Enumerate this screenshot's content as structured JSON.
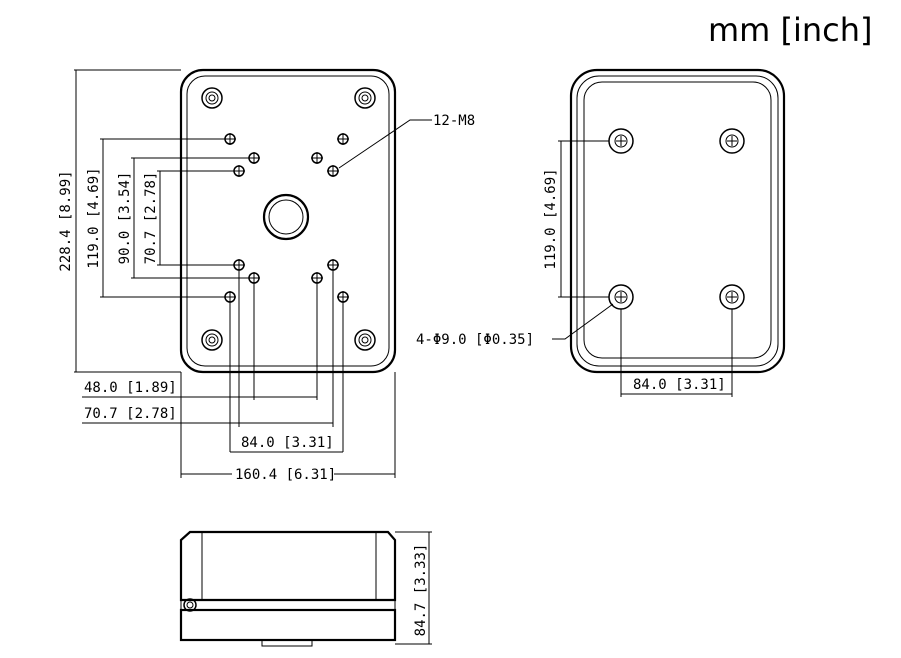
{
  "title": "Junction box dimension drawing",
  "units_label": "mm [inch]",
  "front_view": {
    "height_total": "228.4 [8.99]",
    "dim_119": "119.0 [4.69]",
    "dim_90": "90.0 [3.54]",
    "dim_70_7_v": "70.7 [2.78]",
    "dim_48": "48.0 [1.89]",
    "dim_70_7_h": "70.7 [2.78]",
    "dim_84": "84.0 [3.31]",
    "width_total": "160.4 [6.31]",
    "holes_callout": "12-M8"
  },
  "back_view": {
    "dim_119": "119.0 [4.69]",
    "dim_84": "84.0 [3.31]",
    "holes_callout": "4-Φ9.0 [Φ0.35]"
  },
  "side_view": {
    "depth": "84.7 [3.33]"
  }
}
